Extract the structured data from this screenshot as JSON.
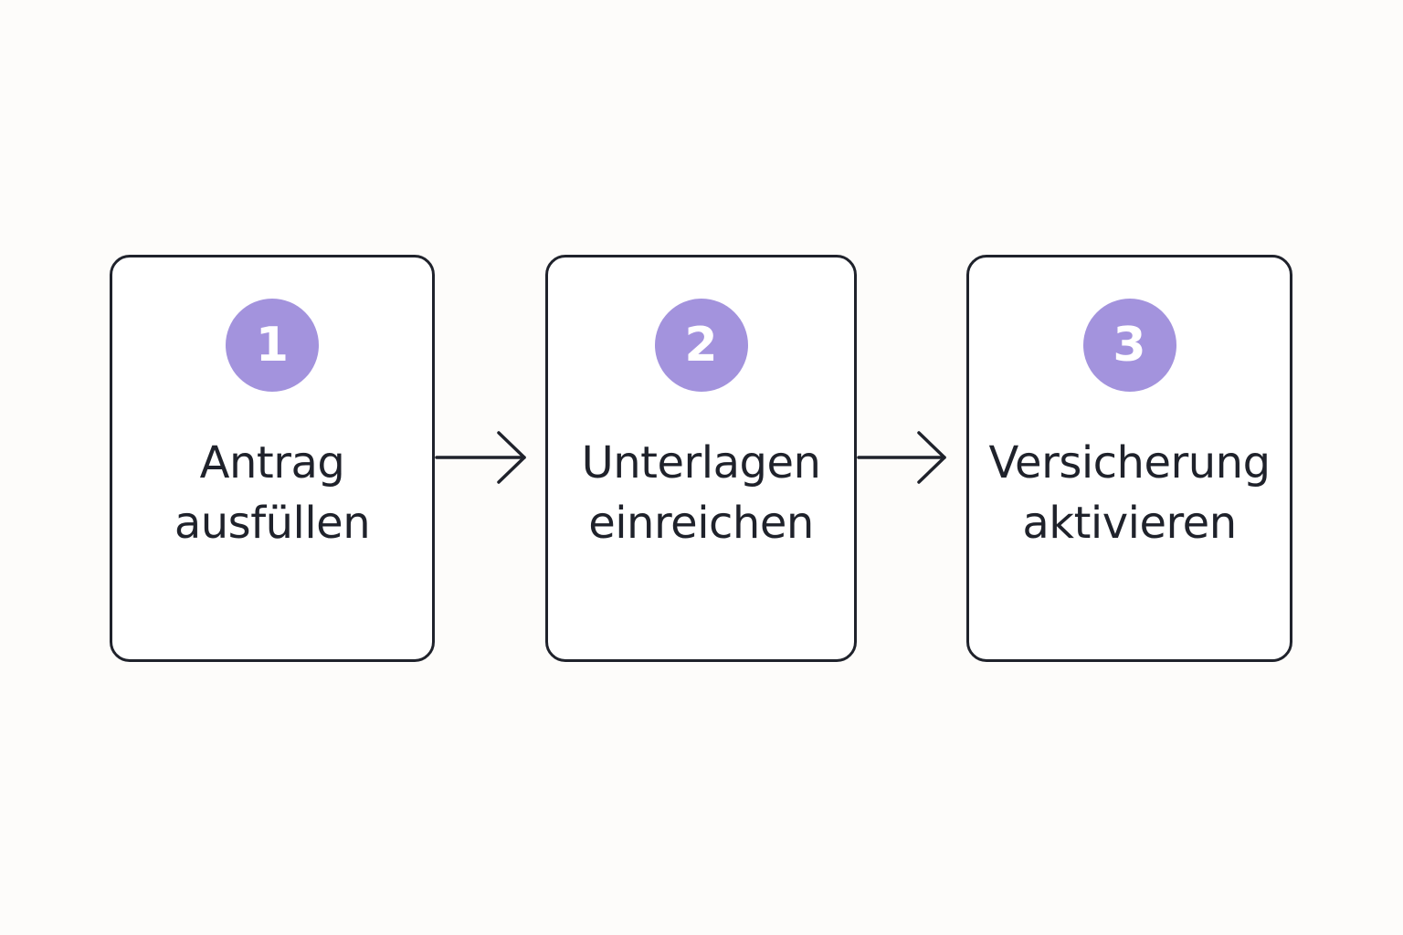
{
  "colors": {
    "accent": "#a393dd",
    "stroke": "#1f222b",
    "background": "#fdfcfa"
  },
  "steps": [
    {
      "number": "1",
      "line1": "Antrag",
      "line2": "ausfüllen"
    },
    {
      "number": "2",
      "line1": "Unterlagen",
      "line2": "einreichen"
    },
    {
      "number": "3",
      "line1": "Versicherung",
      "line2": "aktivieren"
    }
  ],
  "arrows": [
    {
      "from": "step-1",
      "to": "step-2",
      "icon": "arrow-right-icon"
    },
    {
      "from": "step-2",
      "to": "step-3",
      "icon": "arrow-right-icon"
    }
  ]
}
